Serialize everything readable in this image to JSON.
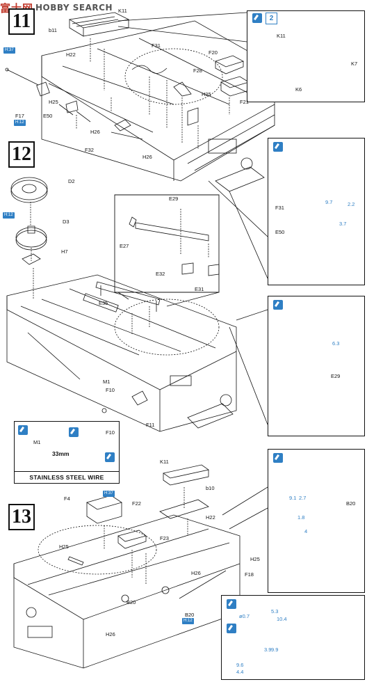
{
  "watermark": {
    "cjk": "富士网",
    "en": "HOBBY SEARCH"
  },
  "steps": {
    "s11": "11",
    "s12": "12",
    "s13": "13"
  },
  "parts": {
    "K11": "K11",
    "b11": "b11",
    "H22": "H22",
    "F31": "F31",
    "F20": "F20",
    "F28": "F28",
    "H25": "H25",
    "F21": "F21",
    "F17": "F17",
    "E50": "E50",
    "H26": "H26",
    "F32": "F32",
    "K7": "K7",
    "K6": "K6",
    "D2": "D2",
    "D3": "D3",
    "H7": "H7",
    "E29": "E29",
    "E27": "E27",
    "E32": "E32",
    "E31": "E31",
    "E35": "E35",
    "M1": "M1",
    "F10": "F10",
    "F11": "F11",
    "F4": "F4",
    "F22": "F22",
    "F23": "F23",
    "b10": "b10",
    "B20": "B20",
    "F18": "F18"
  },
  "tags": {
    "h37_a": "H:37",
    "h12_a": "H:12",
    "h37_b": "H:37",
    "h12_b": "H:12",
    "h12_c": "H:12"
  },
  "multiplier": "2",
  "dimensions": {
    "d_9_7": "9.7",
    "d_2_2": "2.2",
    "d_3_7": "3.7",
    "d_6_3": "6.3",
    "d_9_1": "9.1",
    "d_2_7": "2.7",
    "d_1_8": "1.8",
    "d_4": "4",
    "d_0_7": "ø0.7",
    "d_5_3": "5.3",
    "d_10_4": "10.4",
    "d_3_9": "3.9",
    "d_9_9": "9.9",
    "d_9_6": "9.6",
    "d_4_4": "4.4"
  },
  "wire": {
    "length": "33mm",
    "caption": "STAINLESS STEEL WIRE"
  }
}
